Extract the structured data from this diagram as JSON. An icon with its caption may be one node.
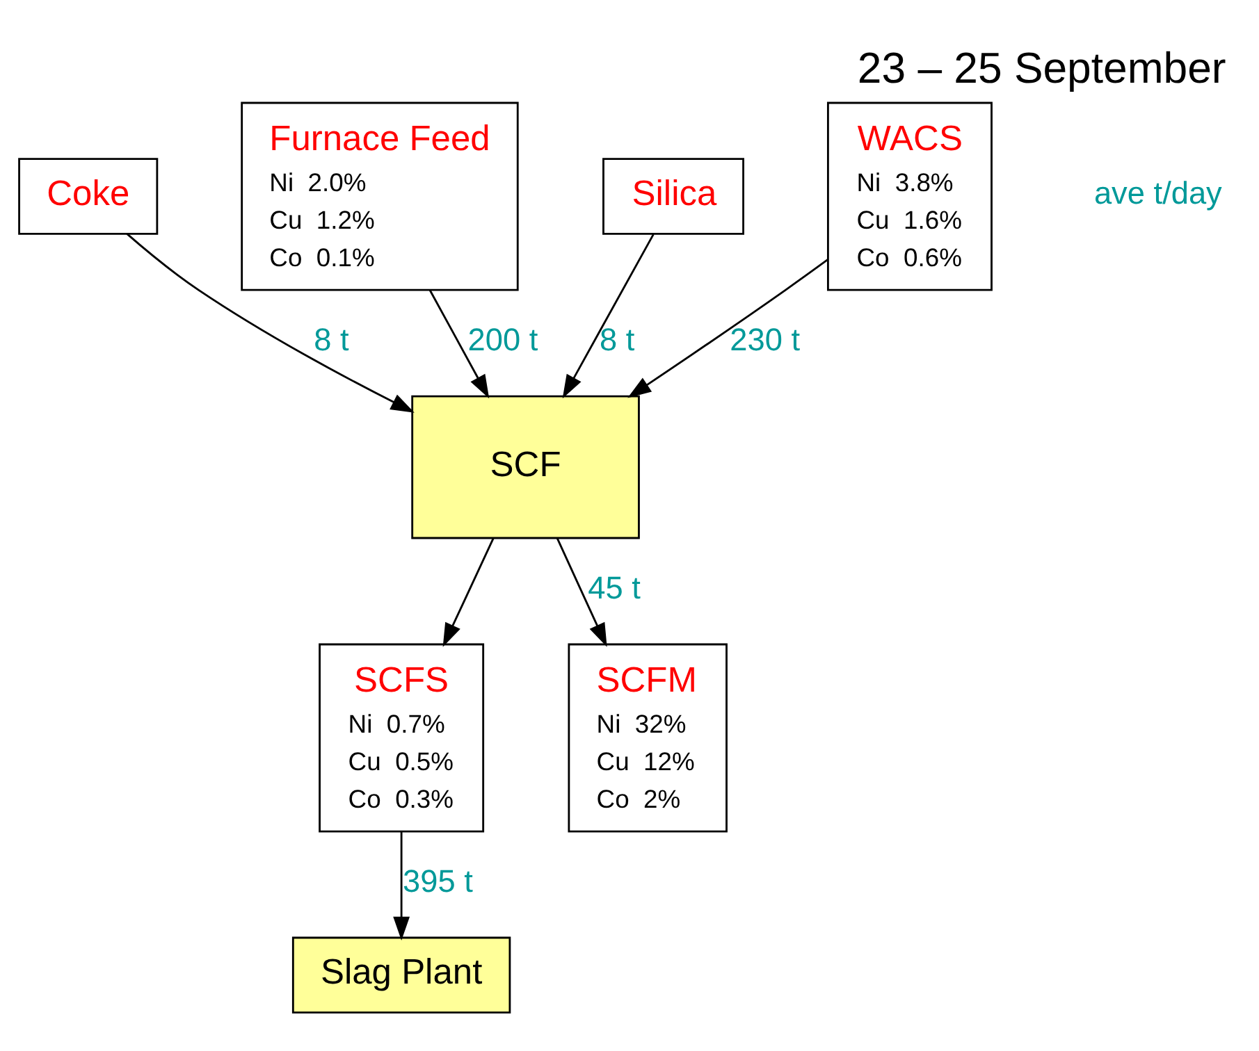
{
  "diagram": {
    "title": "23 – 25 September",
    "nodes": [
      {
        "text": [
          "Coke"
        ]
      },
      {
        "text": [
          "Furnace Feed",
          "Ni  2.0%",
          "Cu  1.2%",
          "Co  0.1%"
        ]
      },
      {
        "text": [
          "Silica"
        ]
      },
      {
        "text": [
          "WACS",
          "Ni  3.8%",
          "Cu  1.6%",
          "Co  0.6%"
        ]
      },
      {
        "text": [
          "SCFS",
          "Ni  0.7%",
          "Cu  0.5%",
          "Co  0.3%"
        ]
      },
      {
        "text": [
          "SCF"
        ]
      },
      {
        "text": [
          "Slag Plant"
        ]
      },
      {
        "text": [
          "SCFM",
          "Ni  32%",
          "Cu  12%",
          "Co  2%"
        ]
      }
    ],
    "edges": [
      {
        "from": 0,
        "to": 5,
        "arrow": "to",
        "label": "8 t"
      },
      {
        "from": 2,
        "to": 5,
        "arrow": "to",
        "label": "8 t"
      },
      {
        "from": 1,
        "to": 5,
        "arrow": "to",
        "label": "200 t"
      },
      {
        "from": 3,
        "to": 5,
        "arrow": "to",
        "label": "230 t"
      },
      {
        "from": 5,
        "to": 4,
        "arrow": "to"
      },
      {
        "from": 4,
        "to": 6,
        "arrow": "to",
        "label": "395 t"
      },
      {
        "from": 5,
        "to": 7,
        "arrow": "to",
        "label": "45 t"
      }
    ],
    "labels": [
      "ave t/day"
    ]
  }
}
